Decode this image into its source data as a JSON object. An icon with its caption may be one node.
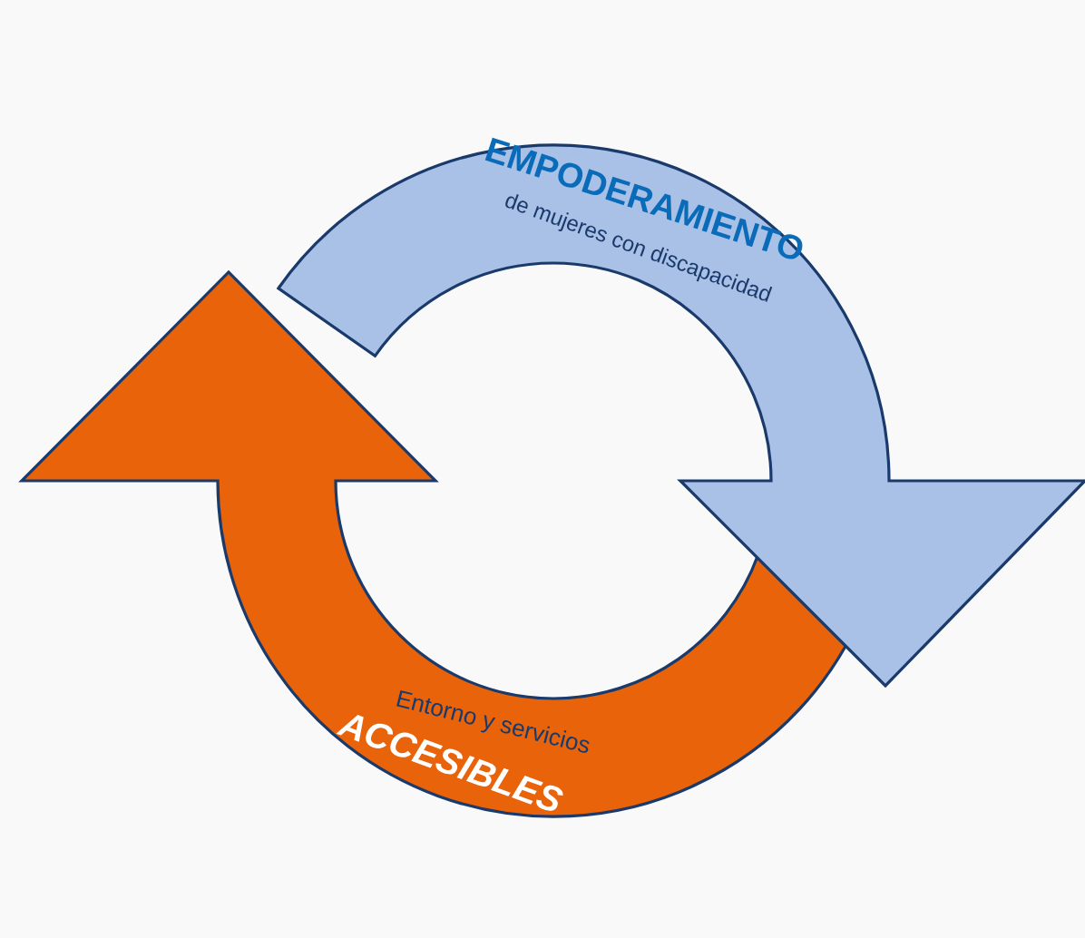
{
  "diagram": {
    "nodes": [
      {
        "text": [
          "EMPODERAMIENTO",
          "de mujeres con discapacidad"
        ]
      },
      {
        "text": [
          "Entorno y servicios",
          "ACCESIBLES"
        ]
      }
    ]
  }
}
